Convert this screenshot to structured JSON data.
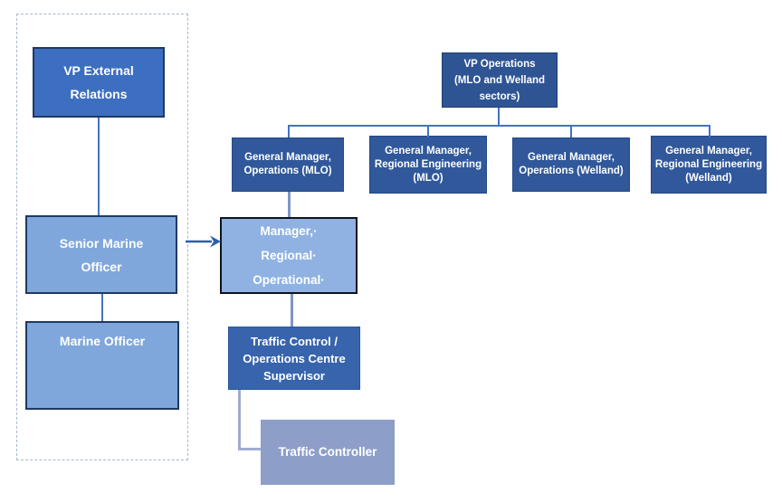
{
  "colors": {
    "dark_navy": "#2E5493",
    "gm_blue": "#30589A",
    "medium_blue": "#3D6FC0",
    "light_blue": "#7FA7DB",
    "pale_blue": "#8FB2E2",
    "mid_blue": "#3764AD",
    "muted_slate": "#8D9FC9",
    "connector_blue": "#4472C4",
    "connector_muted": "#7E96C9",
    "connector_light": "#9FACD0",
    "arrow_blue": "#2E5FA8"
  },
  "nodes": {
    "vp_external_relations": {
      "label": "VP External\nRelations"
    },
    "senior_marine_officer": {
      "label": "Senior Marine\nOfficer"
    },
    "marine_officer": {
      "label": "Marine Officer"
    },
    "vp_operations": {
      "label": "VP Operations\n(MLO and Welland\nsectors)"
    },
    "gm_operations_mlo": {
      "label": "General Manager,\nOperations (MLO)"
    },
    "gm_regional_engineering_mlo": {
      "label": "General Manager,\nRegional Engineering\n(MLO)"
    },
    "gm_operations_welland": {
      "label": "General Manager,\nOperations (Welland)"
    },
    "gm_regional_engineering_welland": {
      "label": "General Manager,\nRegional Engineering\n(Welland)"
    },
    "manager_regional_operational": {
      "label": "Manager,·\nRegional·\nOperational·"
    },
    "traffic_control_supervisor": {
      "label": "Traffic Control /\nOperations Centre\nSupervisor"
    },
    "traffic_controller": {
      "label": "Traffic Controller"
    }
  },
  "edges": [
    {
      "from": "vp_external_relations",
      "to": "senior_marine_officer",
      "type": "line"
    },
    {
      "from": "senior_marine_officer",
      "to": "marine_officer",
      "type": "line"
    },
    {
      "from": "senior_marine_officer",
      "to": "manager_regional_operational",
      "type": "arrow"
    },
    {
      "from": "vp_operations",
      "to": "gm_operations_mlo",
      "type": "line"
    },
    {
      "from": "vp_operations",
      "to": "gm_regional_engineering_mlo",
      "type": "line"
    },
    {
      "from": "vp_operations",
      "to": "gm_operations_welland",
      "type": "line"
    },
    {
      "from": "vp_operations",
      "to": "gm_regional_engineering_welland",
      "type": "line"
    },
    {
      "from": "gm_operations_mlo",
      "to": "manager_regional_operational",
      "type": "line"
    },
    {
      "from": "manager_regional_operational",
      "to": "traffic_control_supervisor",
      "type": "line"
    },
    {
      "from": "traffic_control_supervisor",
      "to": "traffic_controller",
      "type": "elbow"
    }
  ]
}
